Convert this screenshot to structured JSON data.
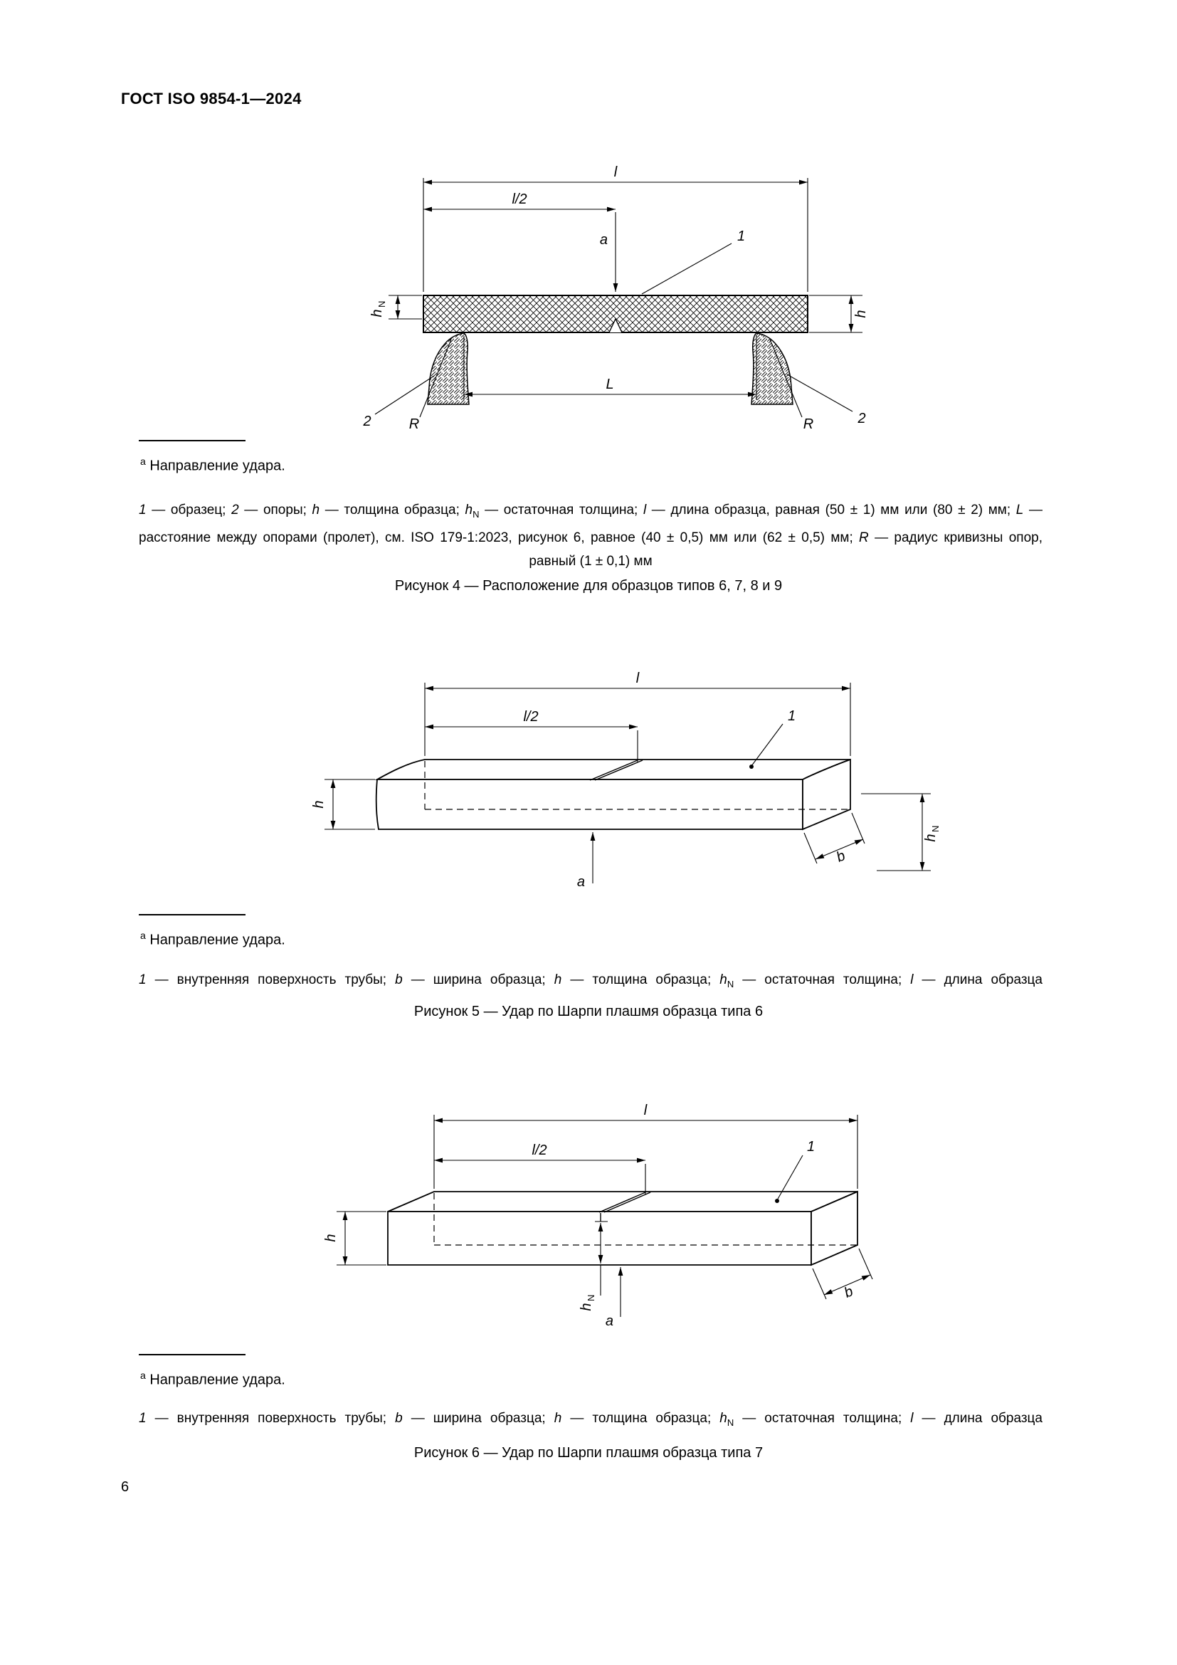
{
  "page": {
    "header": "ГОСТ ISO 9854-1—2024",
    "number": "6"
  },
  "fn": {
    "marker": "a",
    "text": "Направление удара."
  },
  "fig4": {
    "title": "Рисунок 4 — Расположение для образцов типов 6, 7, 8 и 9",
    "caption": [
      "1",
      " — образец; ",
      "2",
      " — опоры; ",
      "h",
      " — толщина образца; ",
      "h",
      "N",
      " — остаточная толщина; ",
      "l",
      " — длина образца, равная (50 ± 1) мм или (80 ± 2) мм; ",
      "L",
      " — расстояние между опорами (пролет), см. ISO 179-1:2023, рисунок 6, равное (40 ± 0,5) мм или (62 ± 0,5) мм; ",
      "R",
      " — радиус кривизны опор, равный (1 ± 0,1) мм"
    ],
    "labels": {
      "l": "l",
      "l2": "l/2",
      "a": "a",
      "n1": "1",
      "n2l": "2",
      "n2r": "2",
      "h": "h",
      "hn": "h",
      "hnsub": "N",
      "L": "L",
      "Rl": "R",
      "Rr": "R"
    }
  },
  "fig5": {
    "title": "Рисунок 5 — Удар по Шарпи плашмя образца типа 6",
    "caption": [
      "1",
      " — внутренняя поверхность трубы; ",
      "b",
      " — ширина образца; ",
      "h",
      " — толщина образца; ",
      "h",
      "N",
      " — остаточная толщина; ",
      "l",
      " — длина образца"
    ],
    "labels": {
      "l": "l",
      "l2": "l/2",
      "a": "a",
      "n1": "1",
      "h": "h",
      "b": "b",
      "hn": "h",
      "hnsub": "N"
    }
  },
  "fig6": {
    "title": "Рисунок 6 — Удар по Шарпи плашмя образца типа 7",
    "caption": [
      "1",
      " — внутренняя поверхность трубы; ",
      "b",
      " — ширина образца; ",
      "h",
      " — толщина образца; ",
      "h",
      "N",
      " — остаточная толщина; ",
      "l",
      " — длина образца"
    ],
    "labels": {
      "l": "l",
      "l2": "l/2",
      "a": "a",
      "n1": "1",
      "h": "h",
      "b": "b",
      "hn": "h",
      "hnsub": "N"
    }
  }
}
